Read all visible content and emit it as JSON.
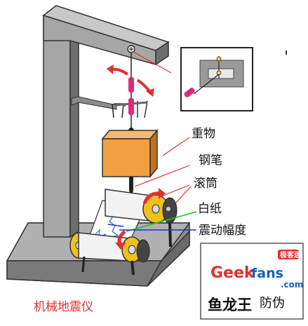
{
  "labels": {
    "weight": "重物",
    "pen": "钢笔",
    "drum": "滚筒",
    "paper": "白纸",
    "amplitude": "震动幅度"
  },
  "caption": "机械地震仪",
  "watermark": {
    "brand_geek": "Geek",
    "brand_fans": "fans",
    "brand_com": ".com",
    "badge": "极客迷",
    "signature": "鱼龙王",
    "anti_fake": "防伪"
  },
  "colors": {
    "frame": "#a6a6a6",
    "frame_dark": "#6e6e6e",
    "weight_front": "#f0a040",
    "weight_side": "#c07020",
    "pen": "#e0287a",
    "arrow": "#e03030",
    "wheel": "#f0c020",
    "green_pointer": "#20c020",
    "blue_pointer": "#2030c0",
    "trace": "#3070d0"
  }
}
